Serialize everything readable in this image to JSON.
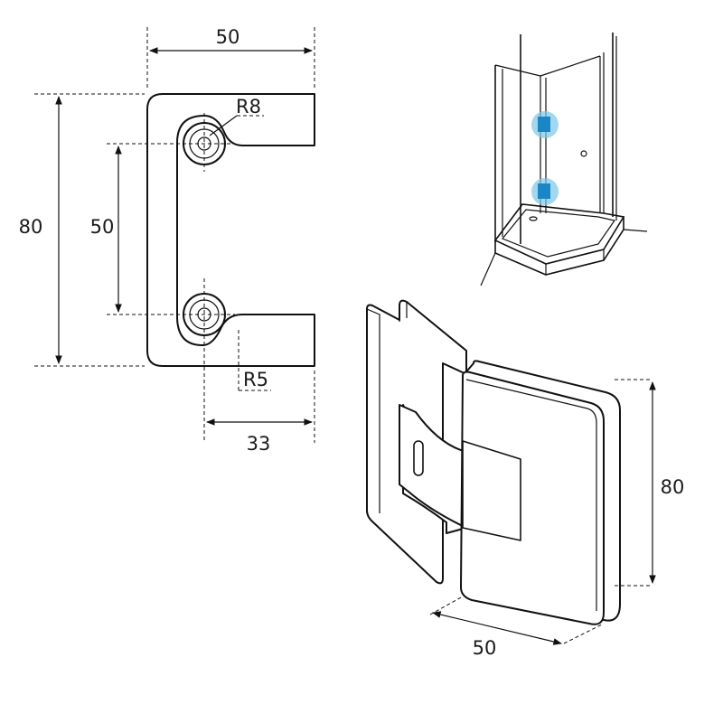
{
  "drawing": {
    "profile": {
      "width_label": "50",
      "height_label": "80",
      "hole_spacing_label": "50",
      "offset_label": "33",
      "outer_radius_label": "R8",
      "inner_radius_label": "R5"
    },
    "hinge_3d": {
      "width_label": "50",
      "height_label": "80"
    },
    "shower_context": {
      "highlight_color": "#7cc6e6",
      "hinge_color": "#1a86c7"
    }
  }
}
